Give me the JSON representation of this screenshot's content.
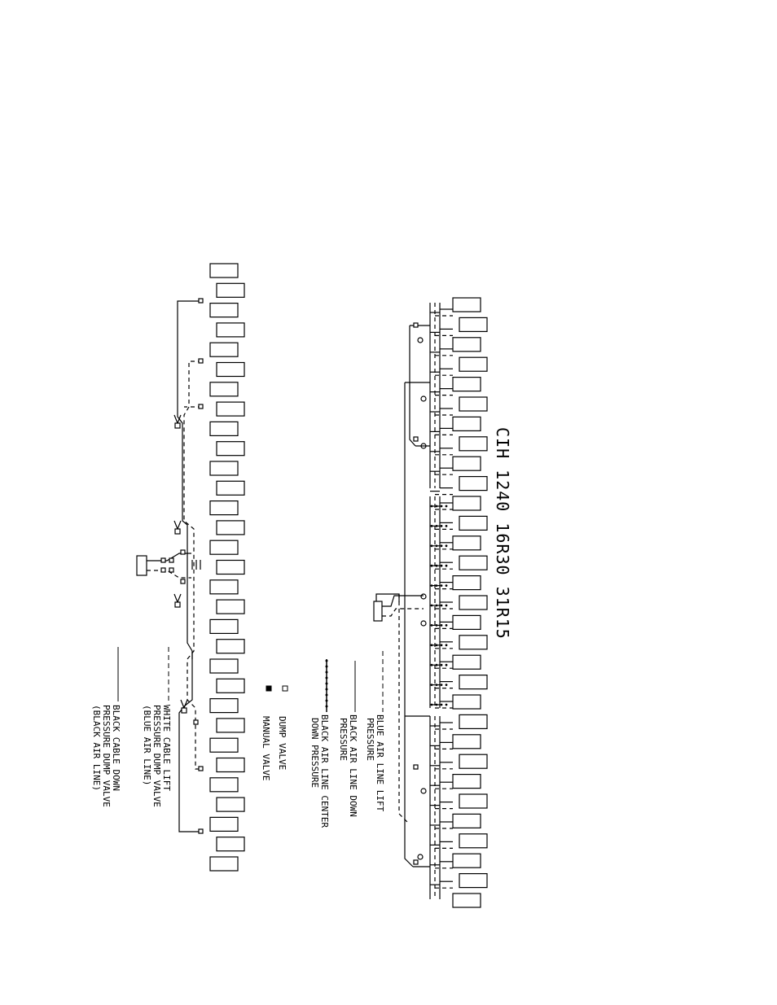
{
  "title": "CIH 1240 16R30 31R15",
  "legend": {
    "blue_air_line": [
      "BLUE AIR LINE LIFT",
      "PRESSURE"
    ],
    "black_air_line": [
      "BLACK AIR LINE DOWN",
      "PRESSURE"
    ],
    "black_air_line_center": [
      "BLACK AIR LINE CENTER",
      "DOWN PRESSURE"
    ],
    "dump_valve": "DUMP VALVE",
    "manual_valve": "MANUAL VALVE",
    "white_cable": [
      "WHITE CABLE LIFT",
      "PRESSURE DUMP VALVE",
      "(BLUE AIR LINE)"
    ],
    "black_cable": [
      "BLACK CABLE DOWN",
      "PRESSURE DUMP VALVE",
      "(BLACK AIR LINE)"
    ]
  },
  "row_units": {
    "right_diagram_count": 31,
    "left_diagram_count": 31
  },
  "colors": {
    "line": "#000000",
    "background": "#ffffff"
  }
}
